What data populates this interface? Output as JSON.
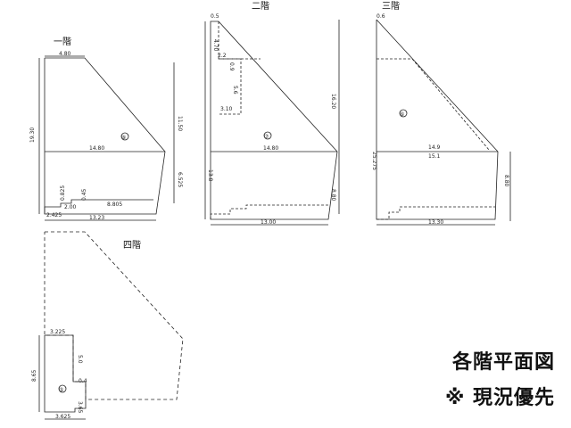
{
  "floors": {
    "first": {
      "label": "一階",
      "room": "⑧",
      "dims": [
        "4.80",
        "11.50",
        "19.30",
        "14.80",
        "6.525",
        "0.825",
        "0.45",
        "2.00",
        "8.805",
        "2.425",
        "13.23"
      ]
    },
    "second": {
      "label": "二階",
      "room": "⑦",
      "dims": [
        "0.5",
        "4.70",
        "0.9",
        "2.2",
        "5.6",
        "3.10",
        "16.20",
        "13.8",
        "14.80",
        "8.80",
        "13.00"
      ]
    },
    "third": {
      "label": "三階",
      "room": "⑥",
      "dims": [
        "0.6",
        "25.275",
        "14.9",
        "15.1",
        "8.80",
        "13.30"
      ]
    },
    "fourth": {
      "label": "四階",
      "room": "⑤",
      "dims": [
        "3.225",
        "5.0",
        "0.4",
        "8.65",
        "3.65",
        "3.625"
      ]
    }
  },
  "captions": {
    "title": "各階平面図",
    "note": "※ 現況優先"
  }
}
